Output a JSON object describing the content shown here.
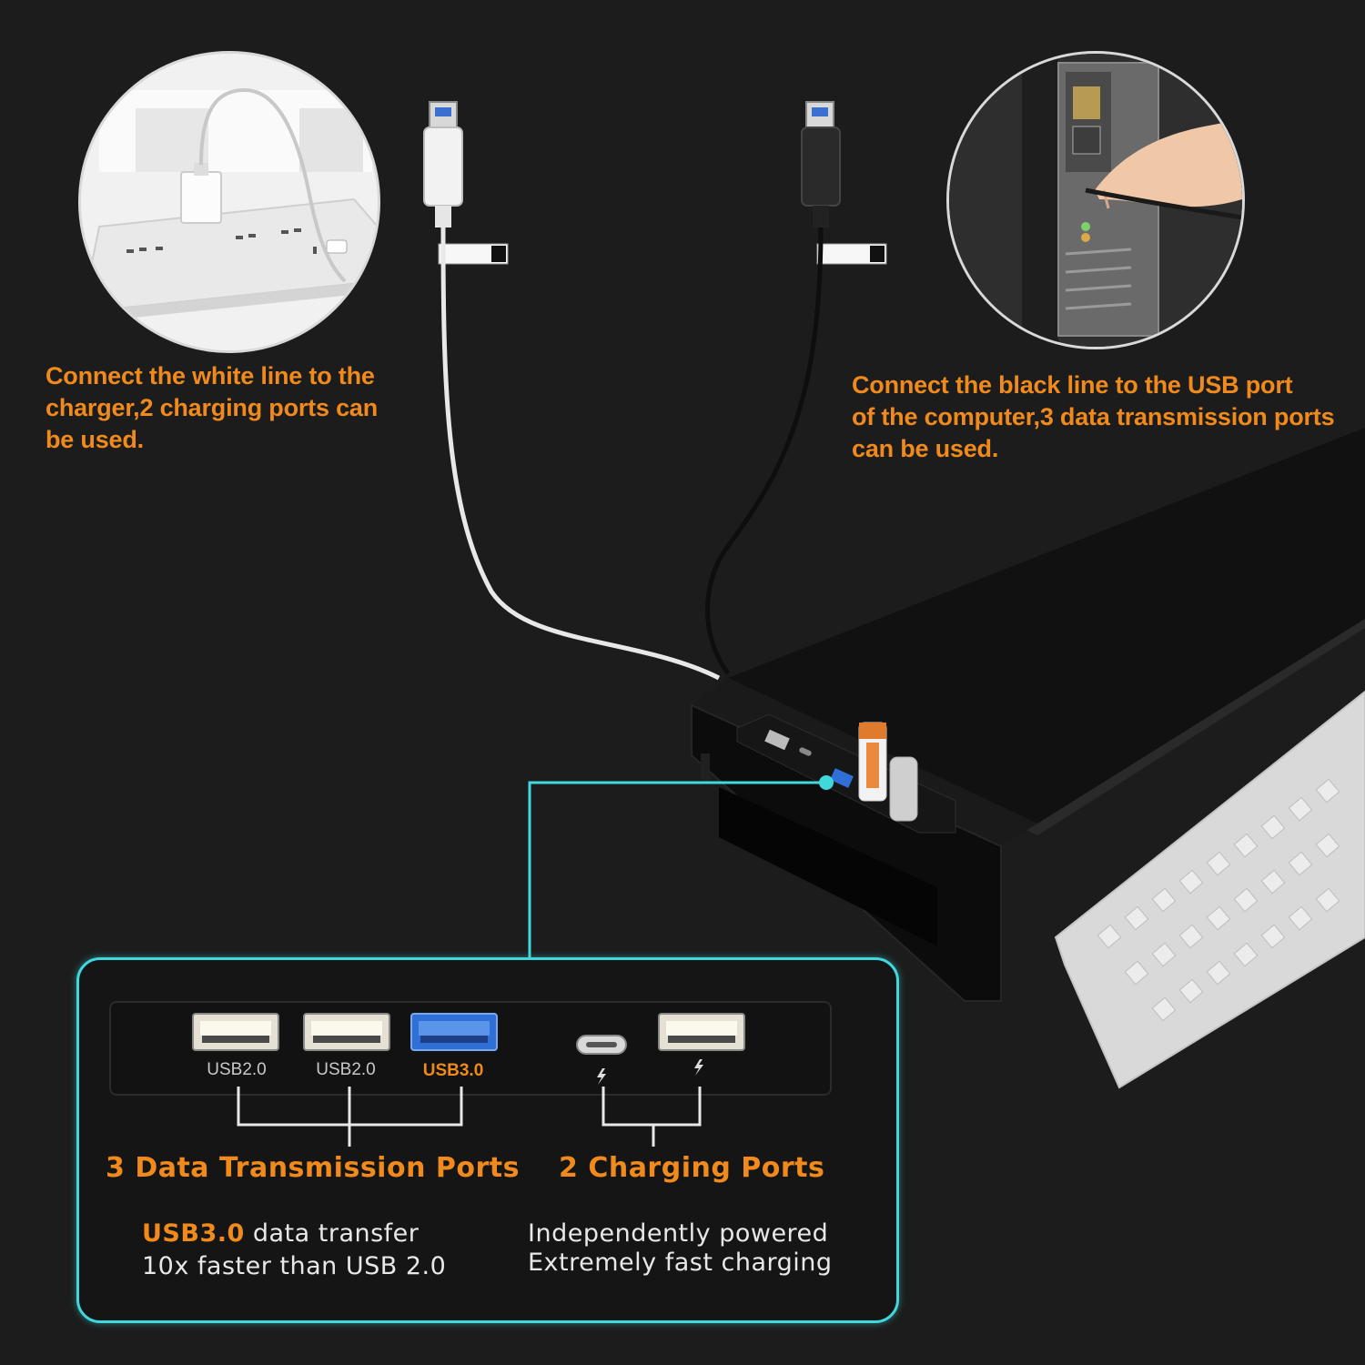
{
  "captions": {
    "white_line": [
      "Connect the white line to the",
      "charger,2 charging ports can",
      "be used."
    ],
    "black_line": [
      "Connect the black line to the USB port",
      "of the computer,3 data transmission ports",
      "can be used."
    ]
  },
  "ports": [
    {
      "label": "USB2.0",
      "type": "usb-a-white"
    },
    {
      "label": "USB2.0",
      "type": "usb-a-white"
    },
    {
      "label": "USB3.0",
      "type": "usb-a-blue"
    },
    {
      "label": "",
      "type": "usb-c"
    },
    {
      "label": "",
      "type": "usb-a-white"
    }
  ],
  "groups": {
    "data_title": "3 Data Transmission Ports",
    "charging_title": "2 Charging Ports"
  },
  "descriptions": {
    "data_highlight": "USB3.0",
    "data_line1_rest": " data transfer",
    "data_line2": "10x faster than USB 2.0",
    "charge_line1": "Independently powered",
    "charge_line2": "Extremely fast charging"
  },
  "colors": {
    "accent_orange": "#f08a1c",
    "callout_cyan": "#3fd8dc",
    "background": "#1c1c1c",
    "usb3_blue": "#2f6fd6"
  },
  "icons": {
    "charging": "lightning-bolt-icon"
  }
}
